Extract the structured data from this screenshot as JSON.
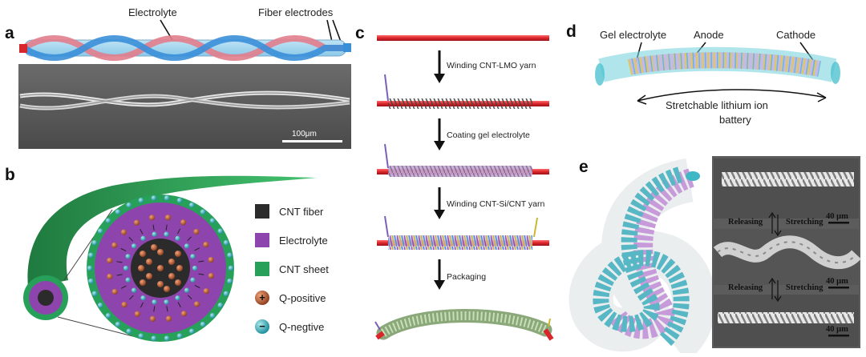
{
  "panel_a": {
    "letter": "a",
    "label_electrolyte": "Electrolyte",
    "label_fiber_electrodes": "Fiber electrodes",
    "scale_bar": "100μm"
  },
  "panel_b": {
    "letter": "b",
    "legend": [
      {
        "label": "CNT fiber",
        "color": "#2b2b2b"
      },
      {
        "label": "Electrolyte",
        "color": "#8e44ad"
      },
      {
        "label": "CNT sheet",
        "color": "#27a05a"
      },
      {
        "label": "Q-positive",
        "color": "#b8633a"
      },
      {
        "label": "Q-negtive",
        "color": "#3fb7c4"
      }
    ]
  },
  "panel_c": {
    "letter": "c",
    "steps": [
      "Winding CNT-LMO yarn",
      "Coating gel electrolyte",
      "Winding CNT-Si/CNT yarn",
      "Packaging"
    ]
  },
  "panel_d": {
    "letter": "d",
    "label_gel": "Gel electrolyte",
    "label_anode": "Anode",
    "label_cathode": "Cathode",
    "caption_line1": "Stretchable lithium ion",
    "caption_line2": "battery"
  },
  "panel_e": {
    "letter": "e",
    "releasing": "Releasing",
    "stretching": "Stretching",
    "scale_bar": "40 μm"
  },
  "colors": {
    "red_fiber": "#d9262c",
    "blue_fiber": "#3a8fd9",
    "green_sheet": "#27a05a",
    "purple_electrolyte": "#8e44ad",
    "cyan_tube": "#4fc3cf"
  }
}
